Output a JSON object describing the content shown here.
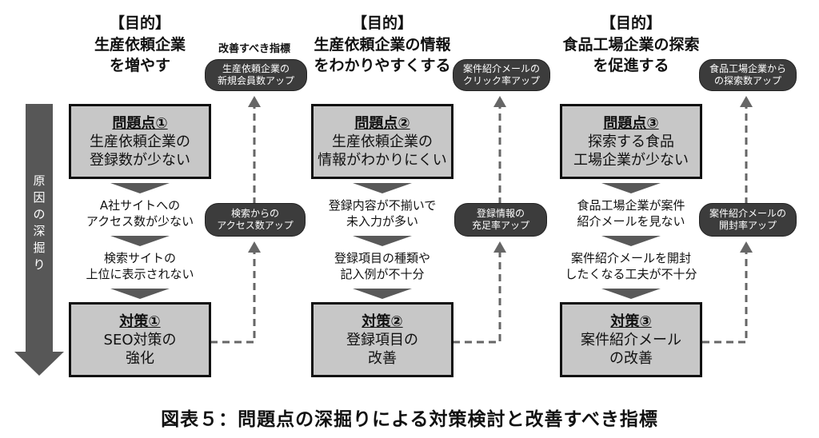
{
  "depth_label": "原因の深掘り",
  "caption": "図表５：問題点の深掘りによる対策検討と改善すべき指標",
  "kpi_heading": "改善すべき指標",
  "columns": [
    {
      "purpose_heading": "【目的】",
      "purpose_line1": "生産依頼企業",
      "purpose_line2": "を増やす",
      "kpi_top_line1": "生産依頼企業の",
      "kpi_top_line2": "新規会員数アップ",
      "problem_title": "問題点①",
      "problem_line1": "生産依頼企業の",
      "problem_line2": "登録数が少ない",
      "cause1_line1": "A社サイトへの",
      "cause1_line2": "アクセス数が少ない",
      "cause2_line1": "検索サイトの",
      "cause2_line2": "上位に表示されない",
      "kpi_mid_line1": "検索からの",
      "kpi_mid_line2": "アクセス数アップ",
      "measure_title": "対策①",
      "measure_line1": "SEO対策の",
      "measure_line2": "強化"
    },
    {
      "purpose_heading": "【目的】",
      "purpose_line1": "生産依頼企業の情報",
      "purpose_line2": "をわかりやすくする",
      "kpi_top_line1": "案件紹介メールの",
      "kpi_top_line2": "クリック率アップ",
      "problem_title": "問題点②",
      "problem_line1": "生産依頼企業の",
      "problem_line2": "情報がわかりにくい",
      "cause1_line1": "登録内容が不揃いで",
      "cause1_line2": "未入力が多い",
      "cause2_line1": "登録項目の種類や",
      "cause2_line2": "記入例が不十分",
      "kpi_mid_line1": "登録情報の",
      "kpi_mid_line2": "充足率アップ",
      "measure_title": "対策②",
      "measure_line1": "登録項目の",
      "measure_line2": "改善"
    },
    {
      "purpose_heading": "【目的】",
      "purpose_line1": "食品工場企業の探索",
      "purpose_line2": "を促進する",
      "kpi_top_line1": "食品工場企業から",
      "kpi_top_line2": "の探索数アップ",
      "problem_title": "問題点③",
      "problem_line1": "探索する食品",
      "problem_line2": "工場企業が少ない",
      "cause1_line1": "食品工場企業が案件",
      "cause1_line2": "紹介メールを見ない",
      "cause2_line1": "案件紹介メールを開封",
      "cause2_line2": "したくなる工夫が不十分",
      "kpi_mid_line1": "案件紹介メールの",
      "kpi_mid_line2": "開封率アップ",
      "measure_title": "対策③",
      "measure_line1": "案件紹介メール",
      "measure_line2": "の改善"
    }
  ]
}
